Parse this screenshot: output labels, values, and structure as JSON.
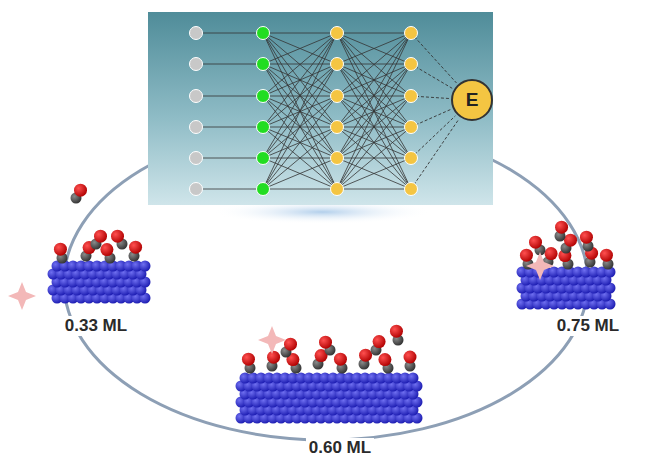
{
  "diagram": {
    "nodes": [
      {
        "text": [
          "E"
        ]
      }
    ],
    "labels": [
      "0.33 ML",
      "0.60 ML",
      "0.75 ML"
    ]
  }
}
